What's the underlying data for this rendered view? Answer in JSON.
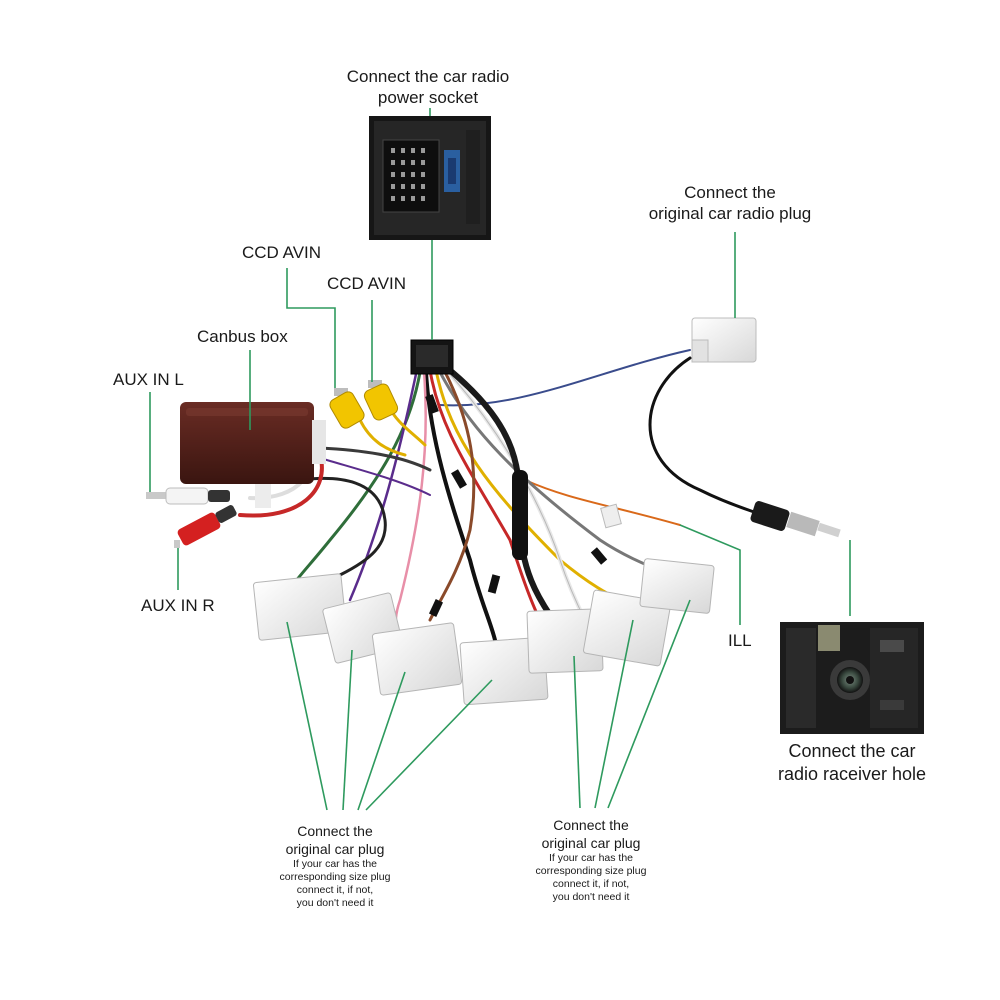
{
  "labels": {
    "power_socket": [
      "Connect the car radio",
      "power socket"
    ],
    "radio_plug": [
      "Connect the",
      "original car radio plug"
    ],
    "ccd_avin_1": "CCD AVIN",
    "ccd_avin_2": "CCD AVIN",
    "canbus_box": "Canbus box",
    "aux_in_l": "AUX IN L",
    "aux_in_r": "AUX IN R",
    "ill": "ILL",
    "receiver_hole": [
      "Connect the  car",
      "radio raceiver hole"
    ],
    "plug_group_left": {
      "title": [
        "Connect the",
        "original car plug"
      ],
      "note": [
        "If your car has the",
        "corresponding size plug",
        "connect it, if not,",
        "you don't need it"
      ]
    },
    "plug_group_right": {
      "title": [
        "Connect the",
        "original car plug"
      ],
      "note": [
        "If your car has the",
        "corresponding size plug",
        "connect it, if not,",
        "you don't need it"
      ]
    }
  },
  "colors": {
    "leader_line": "#2e9a5e",
    "connector_white": "#f2f2f2",
    "canbus_box": "#4a1f1a",
    "rca_yellow": "#f2c500",
    "rca_red": "#d42020",
    "rca_white": "#f0f0f0",
    "photo_bg": "#1c1c1c"
  }
}
